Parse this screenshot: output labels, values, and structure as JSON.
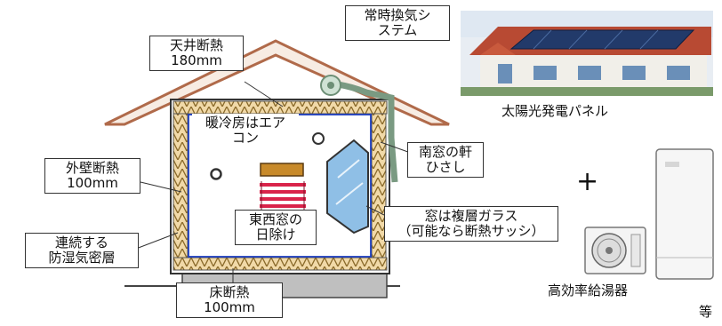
{
  "labels": {
    "ceiling": [
      "天井断熱",
      "180mm"
    ],
    "ventilation": [
      "常時換気シ",
      "ステム"
    ],
    "aircon": [
      "暖冷房はエア",
      "コン"
    ],
    "south_eaves": [
      "南窓の軒",
      "ひさし"
    ],
    "exterior_wall": [
      "外壁断熱",
      "100mm"
    ],
    "shading": [
      "東西窓の",
      "日除け"
    ],
    "windows": [
      "窓は複層ガラス",
      "（可能なら断熱サッシ）"
    ],
    "vapor_barrier": [
      "連続する",
      "防湿気密層"
    ],
    "floor": [
      "床断熱",
      "100mm"
    ]
  },
  "equipment": {
    "solar": "太陽光発電パネル",
    "plus": "+",
    "water_heater": "高効率給湯器",
    "etc": "等"
  }
}
